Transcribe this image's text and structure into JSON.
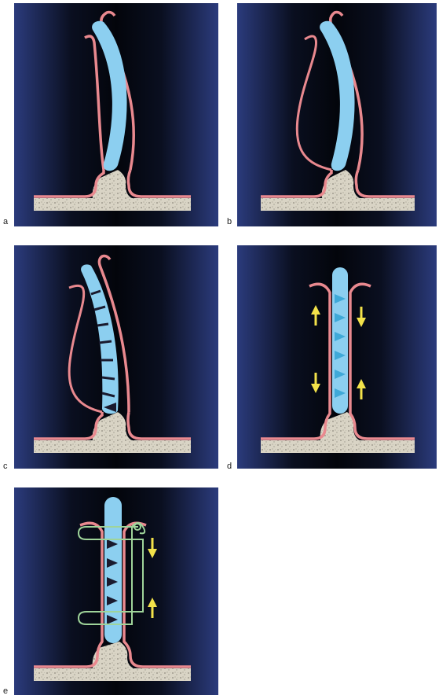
{
  "panels": [
    {
      "id": "a",
      "label": "a"
    },
    {
      "id": "b",
      "label": "b"
    },
    {
      "id": "c",
      "label": "c"
    },
    {
      "id": "d",
      "label": "d"
    },
    {
      "id": "e",
      "label": "e"
    }
  ],
  "colors": {
    "background_dark": "#05080f",
    "background_edge": "#2a3a7a",
    "mucosa_pink": "#e9898f",
    "cartilage_blue": "#8ccff0",
    "bone": "#d8d3c4",
    "arrow_yellow": "#f3e24a",
    "suture_green": "#9fd49a",
    "incision_dark": "#1a1a2e"
  }
}
